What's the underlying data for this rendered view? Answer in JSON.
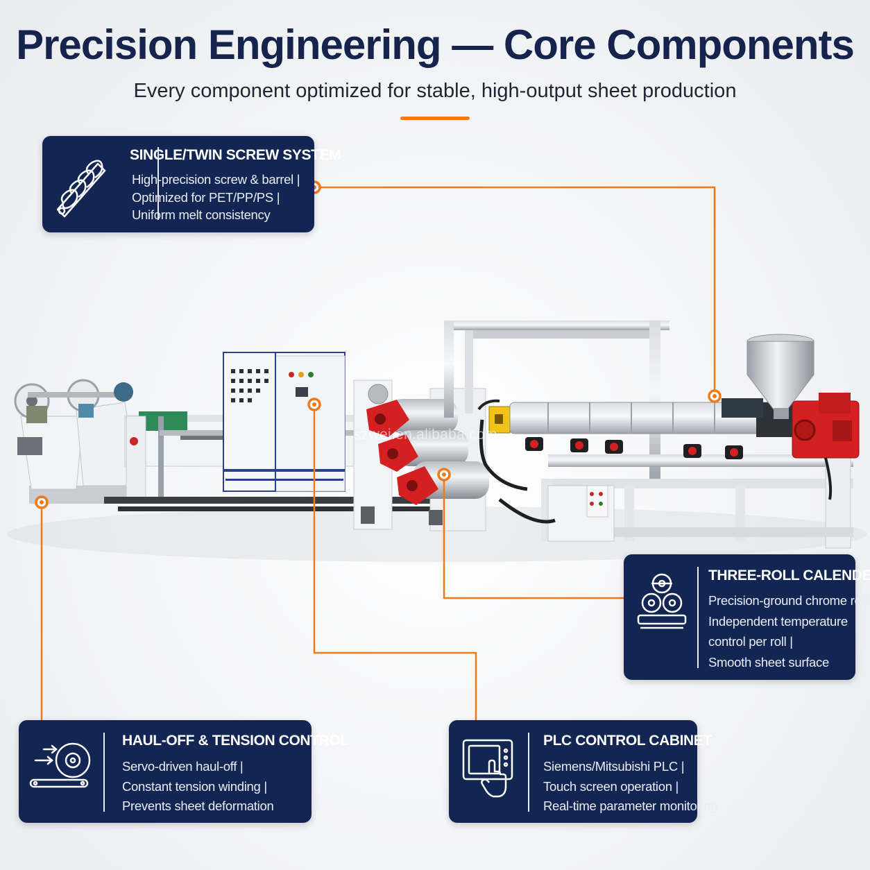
{
  "header": {
    "title": "Precision Engineering — Core Components",
    "subtitle": "Every component optimized for stable, high-output sheet production"
  },
  "accent_color": "#f07a1a",
  "card_color": "#132553",
  "watermark": "szwei.en.alibaba.com",
  "components": {
    "screw": {
      "title": "SINGLE/TWIN SCREW SYSTEM",
      "icon": "screw-icon",
      "lines": [
        "High-precision screw & barrel |",
        "Optimized for PET/PP/PS |",
        "Uniform melt consistency"
      ]
    },
    "calender": {
      "title": "THREE-ROLL CALENDER",
      "icon": "rolls-icon",
      "lines": [
        "Precision-ground chrome rolls |",
        "Independent temperature",
        "control per roll |",
        "Smooth sheet surface"
      ]
    },
    "hauloff": {
      "title": "HAUL-OFF & TENSION CONTROL",
      "icon": "winding-roll-icon",
      "lines": [
        "Servo-driven haul-off |",
        "Constant tension winding |",
        "Prevents sheet deformation"
      ]
    },
    "plc": {
      "title": "PLC CONTROL CABINET",
      "icon": "touch-screen-icon",
      "lines": [
        "Siemens/Mitsubishi PLC |",
        "Touch screen operation |",
        "Real-time parameter monitoring"
      ]
    }
  }
}
